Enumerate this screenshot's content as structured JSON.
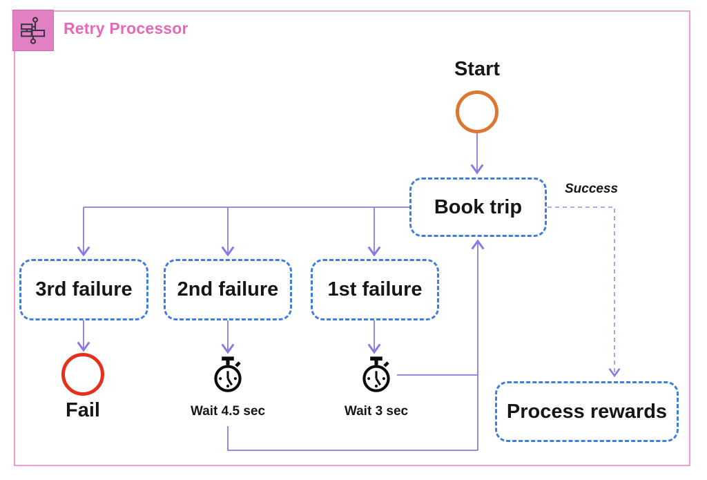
{
  "header": {
    "title": "Retry Processor",
    "icon": "workflow-icon"
  },
  "diagram": {
    "start": {
      "label": "Start"
    },
    "book_trip": {
      "label": "Book trip"
    },
    "success": {
      "label": "Success"
    },
    "failure_3rd": {
      "label": "3rd failure"
    },
    "failure_2nd": {
      "label": "2nd failure"
    },
    "failure_1st": {
      "label": "1st failure"
    },
    "fail": {
      "label": "Fail"
    },
    "wait_45": {
      "label": "Wait 4.5 sec"
    },
    "wait_3": {
      "label": "Wait 3 sec"
    },
    "process_rewards": {
      "label": "Process rewards"
    }
  },
  "colors": {
    "pink": "#E668B8",
    "pink-light": "#F09CD0",
    "pink-fill": "#E180C3",
    "pink-edge": "#DB66AF",
    "blue": "#3E7CDE",
    "purple": "#8B78E6",
    "purple-dashed": "#9588EB",
    "orange": "#DD7630",
    "red": "#E6301B",
    "ink": "#141414"
  }
}
